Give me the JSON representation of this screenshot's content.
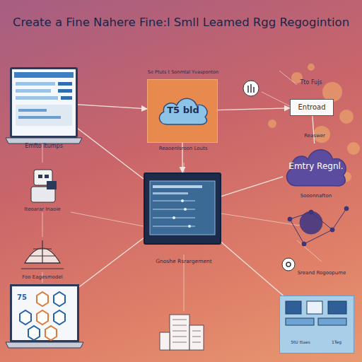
{
  "diagram": {
    "title": "Create a Fine Nahere Fine:l Smll Leamed Rgg Regogintion",
    "nodes": [
      {
        "text": [
          "Emfto Itumps"
        ]
      },
      {
        "text": [
          "Se Ptuts t Sonmtal Yvasponton",
          "Reaoenlsroon Louts"
        ]
      },
      {
        "text": [
          "T5 bld"
        ],
        "in": 1
      },
      {
        "text": [
          "Entroad"
        ]
      },
      {
        "text": [
          "Emtry Regnl.",
          "Sooonnafton"
        ]
      },
      {
        "text": [
          "Gnoshe Rsrargement"
        ]
      },
      {
        "text": [
          "75"
        ]
      },
      {
        "text": [
          "5tU ttaes",
          "1Teg"
        ]
      }
    ],
    "edges": [
      {
        "from": 0,
        "to": 1,
        "arrow": "to"
      },
      {
        "from": 1,
        "to": 5,
        "arrow": "to"
      },
      {
        "from": 0,
        "to": 5,
        "arrow": "none"
      },
      {
        "from": 1,
        "to": 3,
        "arrow": "to"
      },
      {
        "from": 3,
        "to": 4,
        "arrow": "none"
      },
      {
        "from": 5,
        "to": 4,
        "arrow": "none"
      },
      {
        "from": 6,
        "to": 5,
        "arrow": "none"
      },
      {
        "from": 5,
        "to": 7,
        "arrow": "none"
      }
    ],
    "labels": [
      "Tto Fujs",
      "Reaswer",
      "Iteoarar Inaoie",
      "Foo Eagesmodel",
      "Sreand Rogoopume"
    ]
  }
}
